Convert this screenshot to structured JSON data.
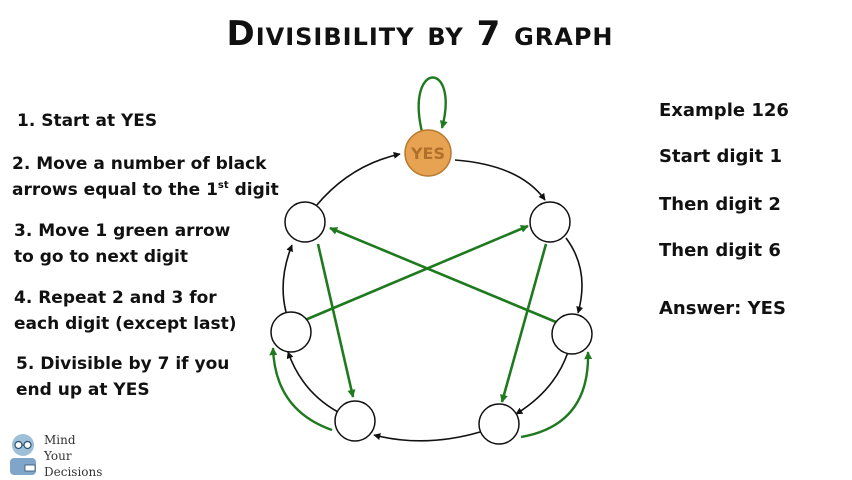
{
  "title": "Divisibility by 7 graph",
  "steps": {
    "s1": "1. Start at YES",
    "s2_line1": "2. Move a number of black",
    "s2_line2_pre": "arrows equal to the 1",
    "s2_line2_sup": "st",
    "s2_line2_post": " digit",
    "s3_line1": "3. Move 1 green arrow",
    "s3_line2": "to go to next digit",
    "s4_line1": "4. Repeat 2 and 3 for",
    "s4_line2": "each digit (except last)",
    "s5_line1": "5. Divisible by 7 if you",
    "s5_line2": "end up at YES"
  },
  "example": {
    "line1": "Example 126",
    "line2": "Start digit 1",
    "line3": "Then digit 2",
    "line4": "Then digit 6",
    "answer": "Answer: YES"
  },
  "graph": {
    "yes_label": "YES",
    "colors": {
      "black_arrow": "#111111",
      "green_arrow": "#1f7a1f",
      "yes_fill": "#e8a352",
      "yes_stroke": "#b87a30",
      "yes_text": "#b0702a",
      "node_fill": "#ffffff",
      "node_stroke": "#111111"
    }
  },
  "logo": {
    "line1": "Mind",
    "line2": "Your",
    "line3": "Decisions",
    "icon": "person-with-glasses-icon"
  }
}
